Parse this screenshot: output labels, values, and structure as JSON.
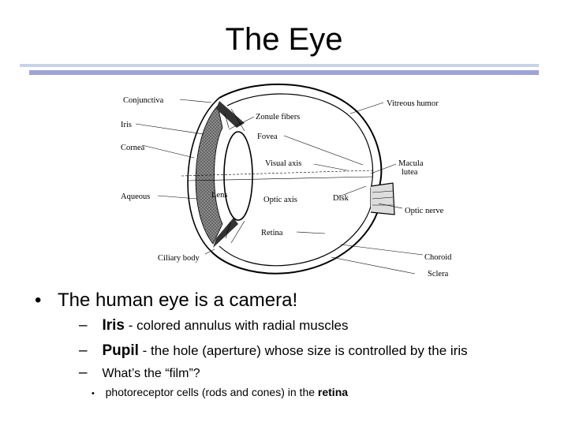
{
  "title": "The Eye",
  "diagram_labels": {
    "conjunctiva": "Conjunctiva",
    "iris": "Iris",
    "cornea": "Cornea",
    "aqueous": "Aqueous",
    "ciliary_body": "Ciliary body",
    "zonule_fibers": "Zonule fibers",
    "fovea": "Fovea",
    "visual_axis": "Visual axis",
    "lens": "Lens",
    "optic_axis": "Optic axis",
    "disk": "Disk",
    "retina": "Retina",
    "vitreous_humor": "Vitreous humor",
    "macula": "Macula",
    "lutea": "lutea",
    "optic_nerve": "Optic nerve",
    "choroid": "Choroid",
    "sclera": "Sclera"
  },
  "bullets": {
    "main": {
      "marker": "•",
      "text": "The human eye is a camera!"
    },
    "sub1": {
      "marker": "–",
      "term": "Iris",
      "text": " - colored annulus with radial muscles"
    },
    "sub2": {
      "marker": "–",
      "term": "Pupil",
      "text": " - the hole (aperture) whose size is controlled by the iris"
    },
    "sub3": {
      "marker": "–",
      "text": "What’s the “film”?"
    },
    "subsub": {
      "marker": "•",
      "text": "photoreceptor cells (rods and cones) in the ",
      "emph": "retina"
    }
  }
}
